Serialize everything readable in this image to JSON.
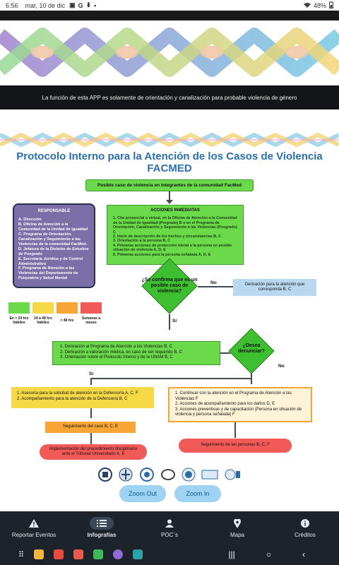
{
  "statusbar": {
    "time": "6:56",
    "date": "mar, 10 de dic",
    "battery": "48%"
  },
  "notice": "La función de esta APP es solamente de orientación y canalización para probable violencia de género",
  "infographic": {
    "title_line1": "Protocolo Interno para la Atención de los Casos de Violencia",
    "title_line2": "FACMED",
    "start": "Posible caso de violencia en integrantes de la comunidad FacMed",
    "responsable": {
      "heading": "RESPONSABLE",
      "items": [
        "A. Dirección",
        "B. Oficina de Atención a la Comunidad de la Unidad de Igualdad",
        "C. Programa de Orientación, Canalización y Seguimiento a las Violencias de la comunidad FacMed.",
        "D. Jefatura de la División de Estudios de Posgrado",
        "E. Secretaría Jurídica y de Control Administrativo",
        "F. Programa de Atención a las Violencias del Departamento de Psiquiatría y Salud Mental"
      ]
    },
    "timeline": [
      "En < 24 hrs hábiles",
      "24 a 48 hrs hábiles",
      "> 48 hrs",
      "Semanas a meses"
    ],
    "acciones": {
      "heading": "ACCIONES INMEDIATAS",
      "items": [
        "1. Cita presencial o virtual, en la Oficina de Atención a la Comunidad de la Unidad de Igualdad (Pregrado) B o en el Programa de Orientación, Canalización y Seguimiento a las Violencias (Posgrado) C",
        "2. Inicio de descripción de los hechos y circunstancias B, C",
        "3. Orientación a la persona B, C",
        "4. Primeras acciones de protección inicial a la persona en posible situación de violencia A, D, E",
        "5. Primeras acciones para la persona señalada A, D, E"
      ]
    },
    "q1": "¿Se confirma que es un posible caso de violencia?",
    "q1_no": "No",
    "q1_si": "Sí",
    "derivacion": "Derivación para la atención que corresponda B, C",
    "si_block": [
      "1. Derivación al Programa de Atención a las Violencias B, C",
      "2. Derivación a valoración médica, en caso de ser requerido B, C",
      "3. Orientación sobre el Protocolo Interno y de la UNAM B, C"
    ],
    "q2": "¿Desea denunciar?",
    "q2_si": "Sí",
    "q2_no": "No",
    "yellow_block": [
      "1. Asesoría para la solicitud de atención en la Defensoría A, C, F",
      "2. Acompañamiento para la atención de la Defensoría B, C"
    ],
    "no_block": [
      "1. Continuar con la atención en el Programa de Atención a las Violencias F",
      "2. Acciones de acompañamiento para los daños D, E",
      "3. Acciones preventivas y de capacitación (Persona en situación de violencia y persona señalada) F"
    ],
    "seguimiento_caso": "Seguimiento del caso B, C, E",
    "implementacion": "Implementación del procedimiento disciplinario ante el Tribunal Universitario A, E",
    "seguimiento_personas": "Seguimiento de las personas B, C, F"
  },
  "zoom": {
    "out": "Zoom Out",
    "in": "Zoom In"
  },
  "nav": [
    {
      "label": "Reportar Eventos",
      "icon": "warning-icon"
    },
    {
      "label": "Infografías",
      "icon": "list-icon"
    },
    {
      "label": "POC´s",
      "icon": "person-icon"
    },
    {
      "label": "Mapa",
      "icon": "map-pin-icon"
    },
    {
      "label": "Créditos",
      "icon": "info-icon"
    }
  ],
  "colors": {
    "title_blue": "#2a6fb3",
    "green": "#6ad94a",
    "purple": "#7a6fa6",
    "yellow": "#f6d946",
    "orange": "#f7a535",
    "red": "#f25a58",
    "nav_bg": "#1d232b"
  }
}
